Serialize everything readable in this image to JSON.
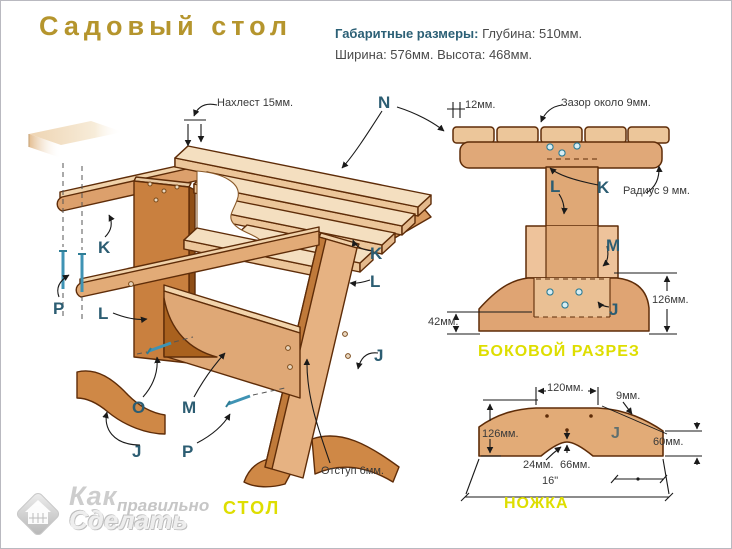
{
  "header": {
    "title": "Садовый стол",
    "dims_bold": "Габаритные размеры:",
    "dims_rest": " Глубина: 510мм.",
    "dims_line2": "Ширина: 576мм. Высота: 468мм."
  },
  "parts": {
    "n": "N",
    "k_left": "K",
    "k_right": "K",
    "k_side": "K",
    "l_left": "L",
    "l_right": "L",
    "l_side": "L",
    "m_3d": "M",
    "m_side": "M",
    "o": "O",
    "p_left": "P",
    "p_bottom": "P",
    "j_left": "J",
    "j_right": "J",
    "j_side": "J",
    "j_leg": "J"
  },
  "callouts": {
    "nahlest": "Нахлест 15мм.",
    "otstup": "Отступ 6мм.",
    "d12": "12мм.",
    "zazor": "Зазор около 9мм.",
    "radius": "Радиус 9 мм.",
    "d126_side": "126мм.",
    "d42": "42мм.",
    "d120": "120мм.",
    "d9": "9мм.",
    "d126_leg": "126мм.",
    "d60": "60мм.",
    "d24": "24мм.",
    "d66": "66мм.",
    "d16": "16\""
  },
  "captions": {
    "table": "СТОЛ",
    "side_section": "БОКОВОЙ РАЗРЕЗ",
    "leg": "НОЖКА"
  },
  "watermark": {
    "word1": "Как",
    "word2": "правильно",
    "word3": "Сделать"
  },
  "colors": {
    "accent_teal": "#2c5d72",
    "caption_yellow": "#dede00",
    "title_gold": "#b5952d",
    "wood_light": "#f4dfc0",
    "wood_mid": "#dfa876",
    "wood_dark": "#c07434",
    "screw_blue": "#3f93b4",
    "outline_brown": "#5e2c08",
    "text_gray": "#4a4a4a"
  }
}
